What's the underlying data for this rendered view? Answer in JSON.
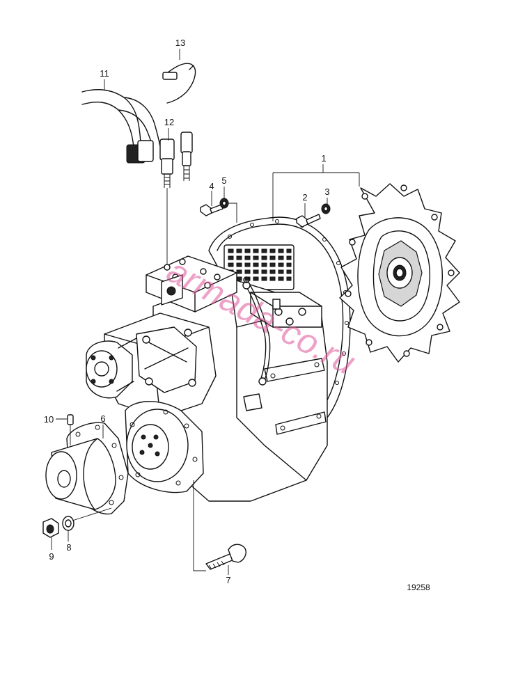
{
  "callouts": {
    "c1": "1",
    "c2": "2",
    "c3": "3",
    "c4": "4",
    "c5": "5",
    "c6": "6",
    "c7": "7",
    "c8": "8",
    "c9": "9",
    "c10": "10",
    "c11": "11",
    "c12": "12",
    "c13": "13"
  },
  "figure_number": "19258",
  "watermark": "armada-co.ru",
  "colors": {
    "line": "#111111",
    "watermark": "#e0559a",
    "background": "#ffffff"
  }
}
